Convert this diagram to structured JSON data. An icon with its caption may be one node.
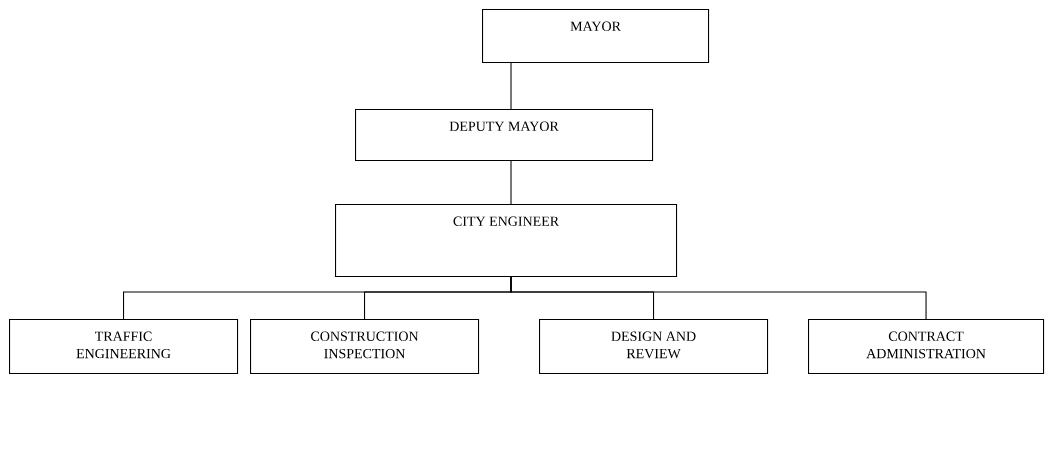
{
  "diagram": {
    "nodes": [
      {
        "text": [
          "MAYOR"
        ]
      },
      {
        "text": [
          "DEPUTY MAYOR"
        ]
      },
      {
        "text": [
          "CITY ENGINEER"
        ]
      },
      {
        "text": [
          "TRAFFIC ENGINEERING"
        ]
      },
      {
        "text": [
          "CONSTRUCTION INSPECTION"
        ]
      },
      {
        "text": [
          "DESIGN AND REVIEW"
        ]
      },
      {
        "text": [
          "CONTRACT ADMINISTRATION"
        ]
      }
    ],
    "edges": [
      {
        "from": 0,
        "to": 1,
        "arrow": "none"
      },
      {
        "from": 1,
        "to": 2,
        "arrow": "none"
      },
      {
        "from": 2,
        "to": 3,
        "arrow": "none"
      },
      {
        "from": 2,
        "to": 4,
        "arrow": "none"
      },
      {
        "from": 2,
        "to": 5,
        "arrow": "none"
      },
      {
        "from": 2,
        "to": 6,
        "arrow": "none"
      }
    ]
  }
}
